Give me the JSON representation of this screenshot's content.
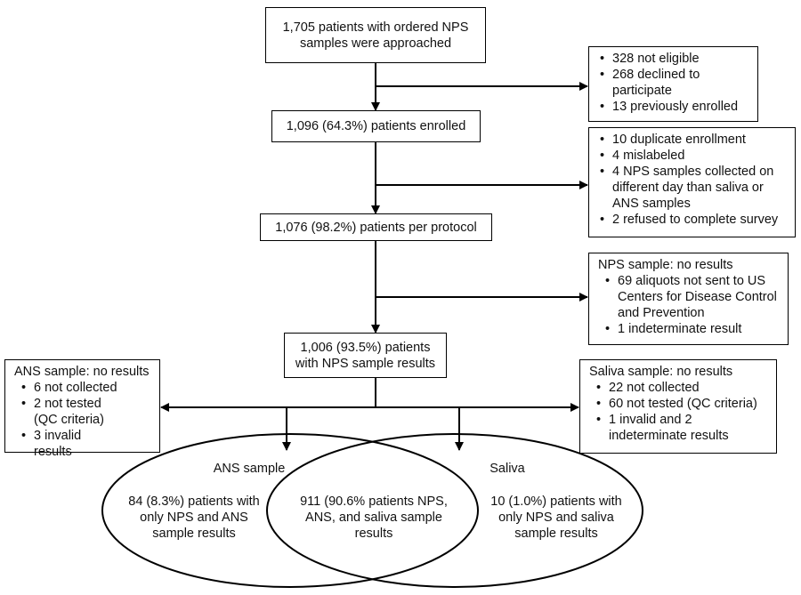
{
  "flow": {
    "approached": "1,705 patients with ordered NPS samples were approached",
    "enrolled": "1,096 (64.3%) patients enrolled",
    "protocol": "1,076 (98.2%) patients per protocol",
    "results": "1,006 (93.5%) patients with NPS sample results"
  },
  "exclusions": {
    "not_eligible": "328 not eligible",
    "declined": "268 declined to participate",
    "prev_enrolled": "13 previously enrolled",
    "duplicate": "10 duplicate enrollment",
    "mislabeled": "4 mislabeled",
    "diff_day": "4 NPS samples collected on different day than saliva or ANS samples",
    "refused": "2 refused to complete survey"
  },
  "nps_no_results": {
    "heading": "NPS sample: no results",
    "aliquots": "69 aliquots not sent to US Centers for Disease Control and Prevention",
    "indeterminate": "1 indeterminate result"
  },
  "ans_no_results": {
    "heading": "ANS sample: no results",
    "not_collected": "6 not collected",
    "not_tested": "2 not tested (QC criteria)",
    "invalid": "3 invalid results"
  },
  "saliva_no_results": {
    "heading": "Saliva sample: no results",
    "not_collected": "22 not collected",
    "not_tested": "60 not tested (QC criteria)",
    "invalid": "1 invalid and 2 indeterminate results"
  },
  "venn": {
    "ans_label": "ANS sample",
    "saliva_label": "Saliva",
    "ans_only": "84 (8.3%) patients with only NPS and ANS sample results",
    "both": "911 (90.6% patients NPS, ANS, and saliva sample results",
    "saliva_only": "10 (1.0%) patients with only NPS and saliva sample results"
  }
}
